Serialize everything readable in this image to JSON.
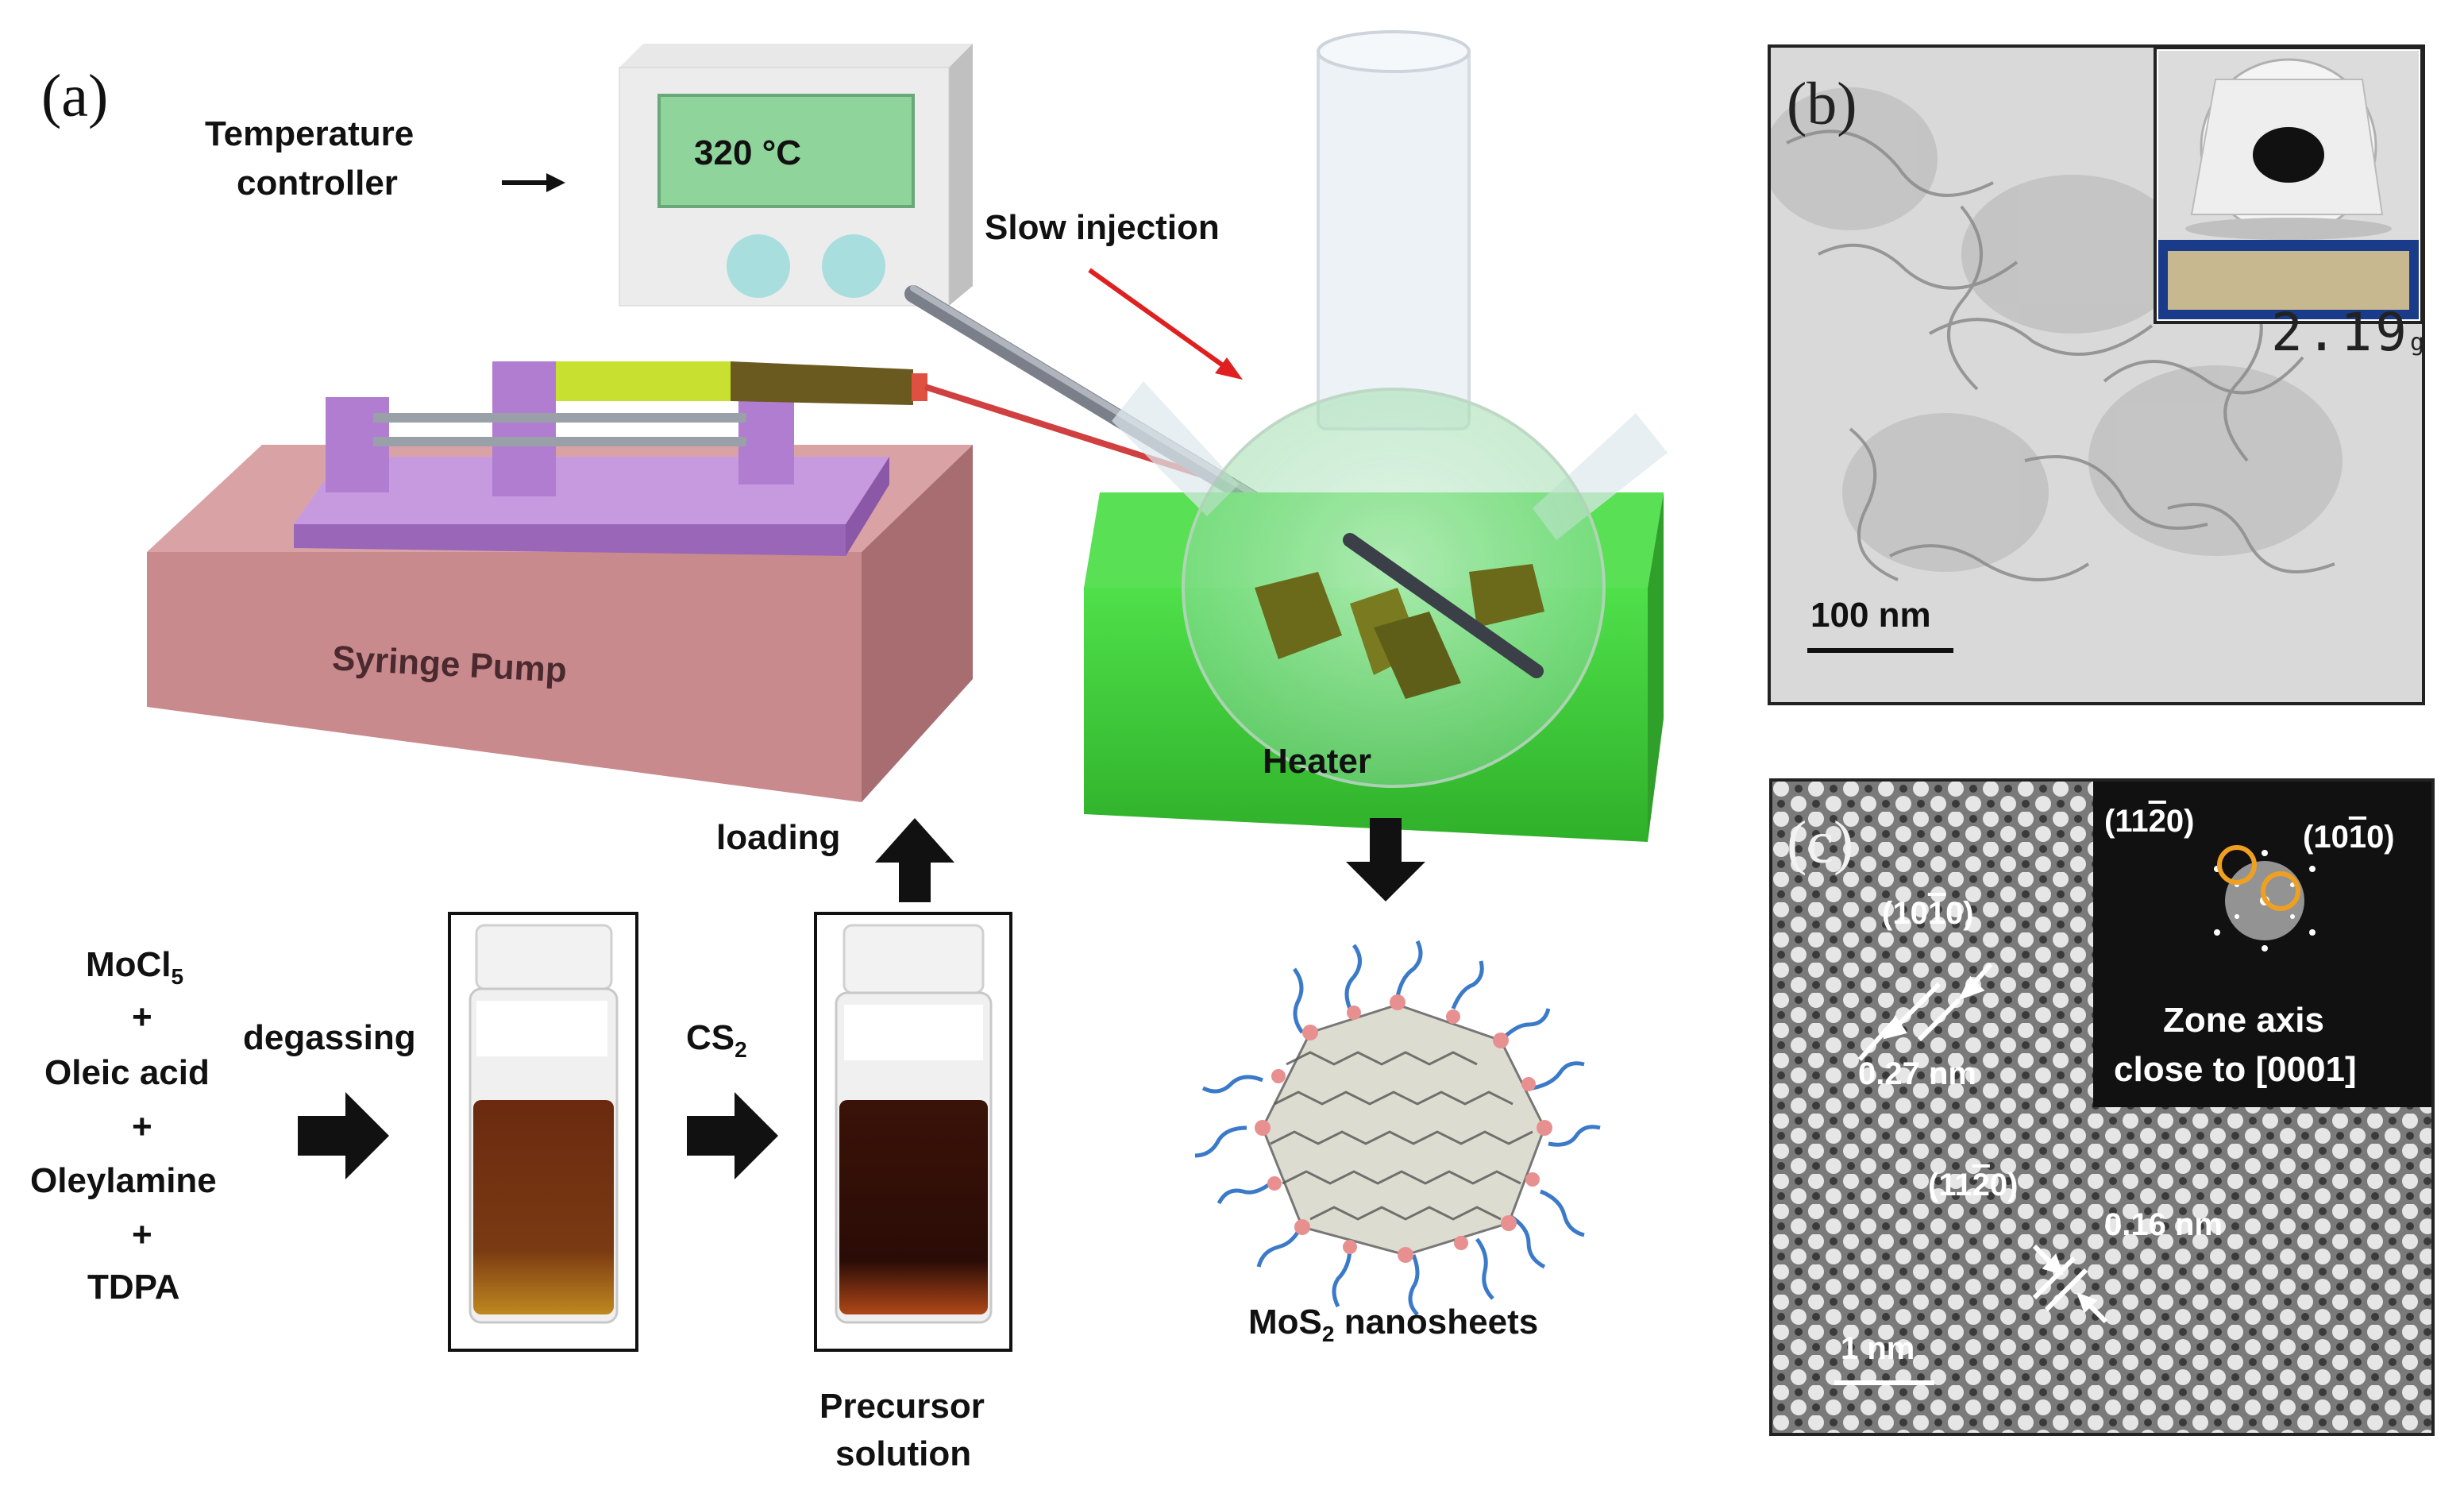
{
  "panel_a": {
    "letter": "(a)",
    "temperature_controller": {
      "label_line1": "Temperature",
      "label_line2": "controller",
      "display": "320 °C"
    },
    "slow_injection": "Slow injection",
    "syringe_pump": "Syringe Pump",
    "heater": "Heater",
    "loading": "loading",
    "reagents": {
      "line1": "MoCl",
      "line1_sub": "5",
      "plus1": "+",
      "line2": "Oleic acid",
      "plus2": "+",
      "line3": "Oleylamine",
      "plus3": "+",
      "line4": "TDPA"
    },
    "degassing": "degassing",
    "cs2": {
      "main": "CS",
      "sub": "2"
    },
    "precursor": {
      "line1": "Precursor",
      "line2": "solution"
    },
    "product": {
      "pre": "MoS",
      "sub": "2",
      "post": " nanosheets"
    }
  },
  "panel_b": {
    "letter": "(b)",
    "scale_bar": "100 nm",
    "balance_reading": "2.19",
    "balance_unit": "g"
  },
  "panel_c": {
    "letter": "(c)",
    "fft_label1": "(11̅ 2̅ 0)",
    "fft_label1_text": "(1120)",
    "fft_label2_text": "(1010)",
    "zone_axis_line1": "Zone axis",
    "zone_axis_line2": "close to [0001]",
    "plane1": "(1010)",
    "spacing1": "0.27 nm",
    "plane2": "(1120)",
    "spacing2": "0.16 nm",
    "scale_bar": "1 nm"
  },
  "colors": {
    "syringe_pump": "#c98a8e",
    "pump_top": "#b07dd0",
    "heater": "#3fcf3a",
    "controller_display": "#8fd49a",
    "knob": "#a9dede",
    "arrow_red": "#e02020",
    "fft_circle": "#f0a020"
  }
}
